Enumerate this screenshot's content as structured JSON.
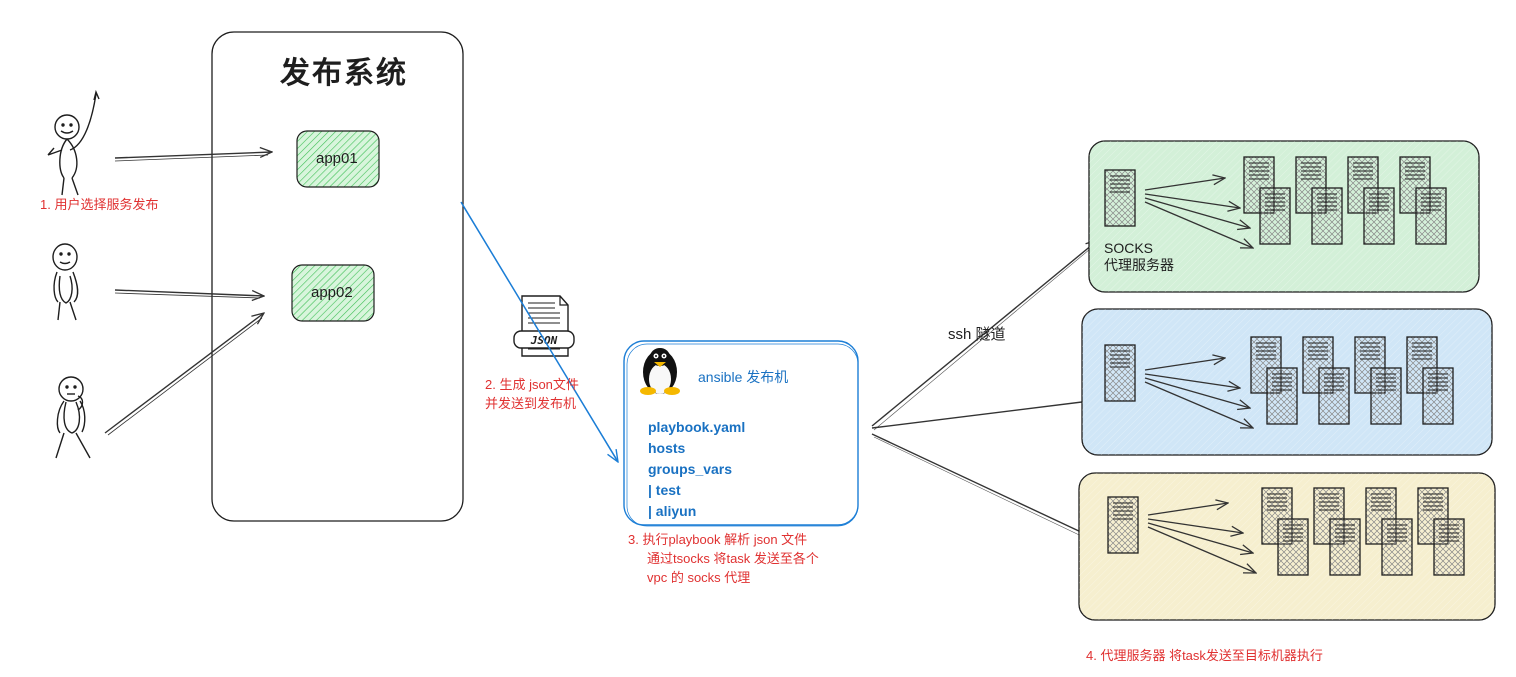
{
  "publish_system": {
    "title": "发布系统",
    "apps": [
      {
        "label": "app01"
      },
      {
        "label": "app02"
      }
    ]
  },
  "annotations": {
    "step1": "1. 用户选择服务发布",
    "step2_lines": [
      "2. 生成 json文件",
      "并发送到发布机"
    ],
    "step3_lines": [
      "3.  执行playbook 解析 json 文件",
      "通过tsocks 将task 发送至各个",
      "vpc 的 socks 代理"
    ],
    "step4": "4.  代理服务器 将task发送至目标机器执行"
  },
  "json_file": {
    "label": "JSON"
  },
  "ansible": {
    "title": "ansible 发布机",
    "files": [
      "playbook.yaml",
      "hosts",
      "groups_vars",
      "|  test",
      "|  aliyun"
    ]
  },
  "tunnel": {
    "label": "ssh 隧道"
  },
  "proxies": [
    {
      "label_lines": [
        "SOCKS",
        "代理服务器"
      ],
      "fill": "#d3f0d8"
    },
    {
      "label_lines": [],
      "fill": "#d0e6f7"
    },
    {
      "label_lines": [],
      "fill": "#f6efcf"
    }
  ],
  "colors": {
    "annotation_red": "#e03131",
    "accent_blue": "#1971c2",
    "app_green": "#b2f2bb",
    "stroke": "#1e1e1e"
  }
}
